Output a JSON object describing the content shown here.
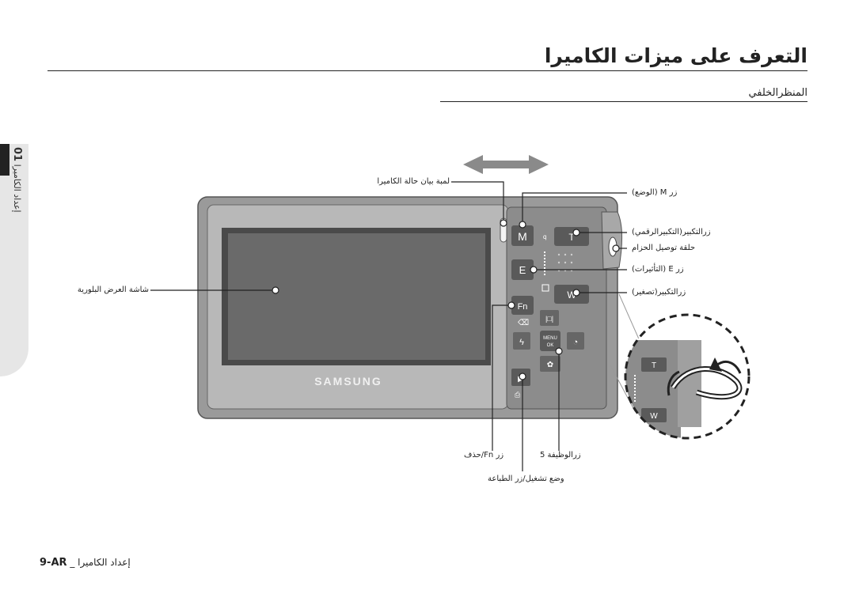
{
  "page": {
    "title": "التعرف على ميزات الكاميرا",
    "subtitle": "المنظرالخلفي",
    "chapter_number": "01",
    "chapter_name": "إعداد الكاميرا",
    "footer_page": "9-AR",
    "footer_text": "_ إعداد الكاميرا"
  },
  "camera": {
    "brand": "SAMSUNG",
    "buttons": {
      "m": "M",
      "t": "T",
      "e": "E",
      "w": "W",
      "fn": "Fn",
      "menu_line1": "MENU",
      "menu_line2": "OK"
    }
  },
  "labels": {
    "status_lamp": "لمبة بيان حالة الكاميرا",
    "lcd": "شاشة العرض البلورية",
    "m_button": "زر M (الوضع)",
    "zoom_t": "زرالتكبير(التكبيرالرقمي)",
    "strap": "حلقة توصيل الحزام",
    "e_button": "زر E (التأثيرات)",
    "zoom_w": "زرالتكبير(تصغير)",
    "fn_button": "زر Fn/حذف",
    "five_function": "زرالوظيفة 5",
    "play_print": "وضع تشغيل/زر الطباعة"
  },
  "colors": {
    "body": "#9a9a9a",
    "lcd": "#6a6a6a",
    "arrow": "#8a8a8a"
  }
}
